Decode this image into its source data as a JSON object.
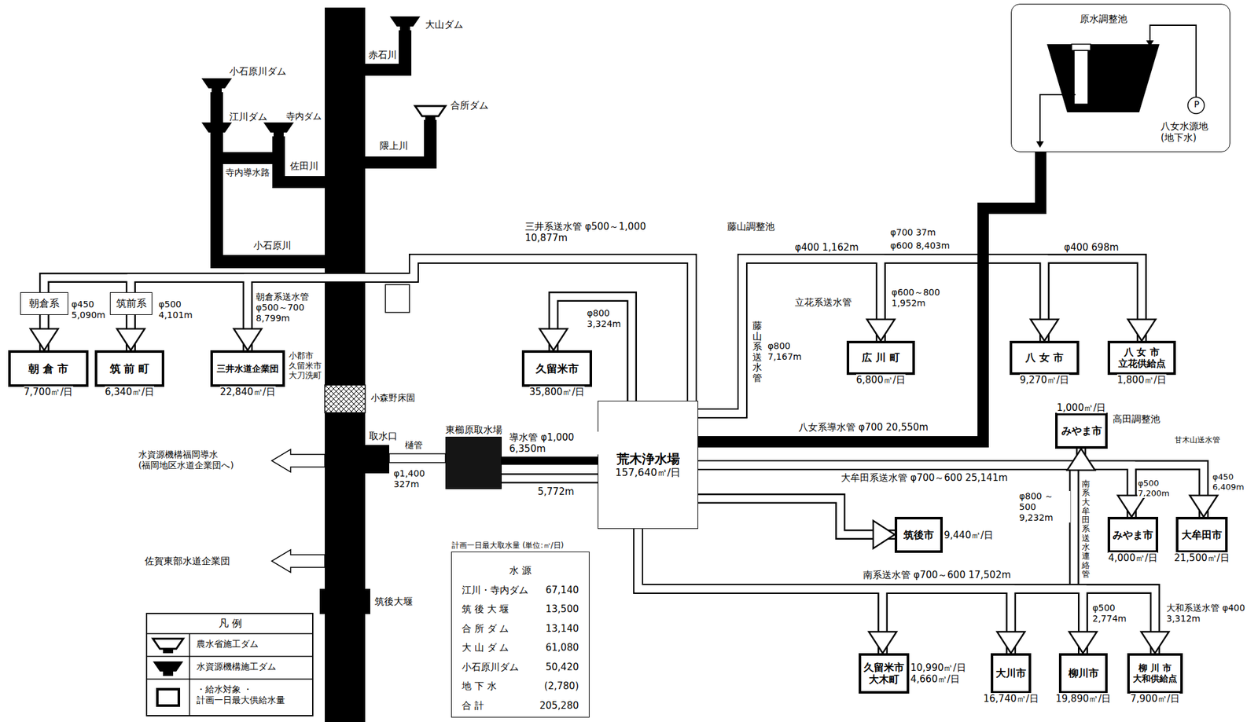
{
  "diagram": {
    "nodes": [
      {
        "text": [
          "朝倉系"
        ]
      },
      {
        "text": [
          "筑前系"
        ]
      },
      {
        "text": [
          "朝 倉 市",
          "7,700㎥/日"
        ]
      },
      {
        "text": [
          "筑 前 町",
          "6,340㎥/日"
        ]
      },
      {
        "text": [
          "三井水道企業団",
          "22,840㎥/日"
        ]
      },
      {
        "text": [
          "久留米市",
          "35,800㎥/日"
        ]
      },
      {
        "text": [
          "東櫛原取水場"
        ]
      },
      {
        "text": [
          "荒木浄水場",
          "157,640㎥/日"
        ]
      },
      {
        "text": [
          "原水調整池",
          "八女水源地 (地下水)"
        ]
      },
      {
        "text": [
          "広 川 町",
          "6,800㎥/日"
        ]
      },
      {
        "text": [
          "八 女 市",
          "9,270㎥/日"
        ]
      },
      {
        "text": [
          "八 女 市 立花供給点",
          "1,800㎥/日"
        ]
      },
      {
        "text": [
          "みやま市",
          "1,000㎥/日"
        ]
      },
      {
        "text": [
          "筑後市",
          "9,440㎥/日"
        ]
      },
      {
        "text": [
          "みやま市",
          "4,000㎥/日"
        ]
      },
      {
        "text": [
          "大牟田市",
          "21,500㎥/日"
        ]
      },
      {
        "text": [
          "久留米市 大木町",
          "10,990㎥/日 4,660㎥/日"
        ]
      },
      {
        "text": [
          "大川市",
          "16,740㎥/日"
        ]
      },
      {
        "text": [
          "柳川市",
          "19,890㎥/日"
        ]
      },
      {
        "text": [
          "柳 川 市 大和供給点",
          "7,900㎥/日"
        ]
      },
      {
        "text": [
          "計画一日最大取水量 (単位:㎥/日)",
          "水 源",
          "江川・寺内ダム",
          "67,140",
          "筑 後 大 堰",
          "13,500",
          "合 所 ダ ム",
          "13,140",
          "大 山 ダ ム",
          "61,080",
          "小石原川ダム",
          "50,420",
          "地 下 水",
          "(2,780)",
          "合 計",
          "205,280"
        ]
      }
    ],
    "edges": [
      {
        "from": 7,
        "to": 0,
        "arrow": "none"
      },
      {
        "from": 7,
        "to": 1,
        "arrow": "none"
      },
      {
        "from": 7,
        "to": 4,
        "arrow": "to",
        "label": "三井系送水管 φ500～1,000 10,877m"
      },
      {
        "from": 7,
        "to": 5,
        "arrow": "to",
        "label": "φ800 3,324m"
      },
      {
        "from": 6,
        "to": 7,
        "arrow": "none",
        "label": "導水管 φ1,000 6,350m"
      },
      {
        "from": 6,
        "to": 7,
        "arrow": "none",
        "label": "5,772m"
      },
      {
        "from": 8,
        "to": 7,
        "arrow": "none",
        "label": "八女系導水管 φ700 20,550m"
      },
      {
        "from": 7,
        "to": 9,
        "arrow": "to",
        "label": "φ600～800 1,952m"
      },
      {
        "from": 7,
        "to": 10,
        "arrow": "to"
      },
      {
        "from": 7,
        "to": 11,
        "arrow": "to",
        "label": "φ400 698m"
      },
      {
        "from": 7,
        "to": 12,
        "arrow": "to",
        "label": "大牟田系送水管 φ700～600 25,141m"
      },
      {
        "from": 7,
        "to": 14,
        "arrow": "to",
        "label": "φ500 7,200m"
      },
      {
        "from": 7,
        "to": 15,
        "arrow": "to",
        "label": "φ450 6,409m"
      },
      {
        "from": 7,
        "to": 13,
        "arrow": "to"
      },
      {
        "from": 7,
        "to": 16,
        "arrow": "to",
        "label": "南系送水管 φ700～600 17,502m"
      },
      {
        "from": 7,
        "to": 17,
        "arrow": "to"
      },
      {
        "from": 7,
        "to": 18,
        "arrow": "to",
        "label": "φ500 2,774m"
      },
      {
        "from": 7,
        "to": 19,
        "arrow": "to",
        "label": "大和系送水管 φ400 3,312m"
      },
      {
        "from": 0,
        "to": 2,
        "arrow": "to",
        "label": "φ450 5,090m"
      },
      {
        "from": 1,
        "to": 3,
        "arrow": "to",
        "label": "φ500 4,101m"
      }
    ],
    "labels": [
      "大山ダム",
      "赤石川",
      "合所ダム",
      "隈上川",
      "小石原川ダム",
      "江川ダム",
      "寺内ダム",
      "佐田川",
      "寺内導水路",
      "小石原川",
      "小郡市 久留米市 大刀洗町",
      "朝倉系送水管 φ500～700 8,799m",
      "小森野床固",
      "取水口",
      "樋管",
      "φ1,400 327m",
      "水資源機構福岡導水 (福岡地区水道企業団へ)",
      "佐賀東部水道企業団",
      "筑後大堰",
      "藤山調整池",
      "φ400 1,162m",
      "φ700 37m",
      "φ600 8,403m",
      "立花系送水管",
      "藤山系送水管",
      "φ800 7,167m",
      "高田調整池",
      "甘木山送水管",
      "南系大牟田系送水連絡管",
      "φ800 ～500 9,232m",
      "P",
      "凡 例"
    ],
    "legend": [
      {
        "text": "農水省施工ダム"
      },
      {
        "text": "水資源機構施工ダム"
      },
      {
        "text": "・給水対象 ・計画一日最大供給水量"
      }
    ]
  }
}
